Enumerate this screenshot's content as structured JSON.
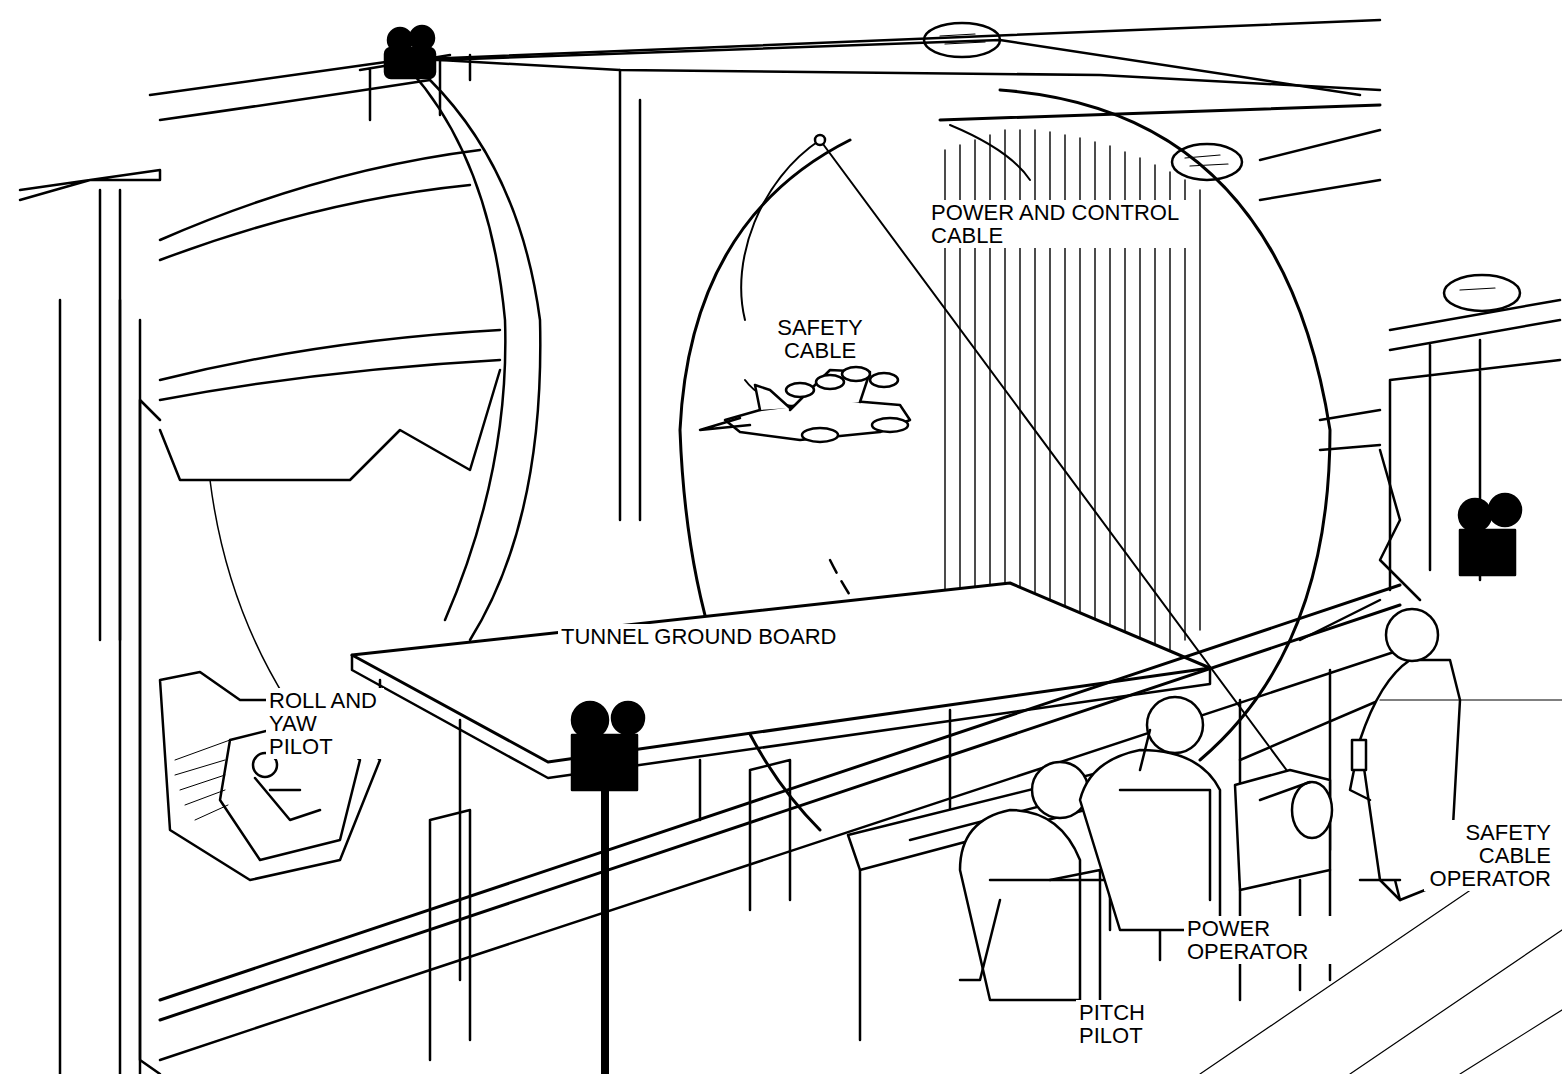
{
  "diagram": {
    "labels": [
      "POWER AND CONTROL CABLE",
      "SAFETY CABLE",
      "TUNNEL GROUND BOARD",
      "ROLL AND YAW PILOT",
      "SAFETY CABLE OPERATOR",
      "POWER OPERATOR",
      "PITCH PILOT"
    ]
  }
}
